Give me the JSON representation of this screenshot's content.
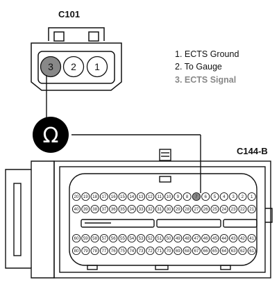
{
  "connector_a": {
    "name": "C101",
    "pins": [
      {
        "number": "3",
        "highlighted": true
      },
      {
        "number": "2",
        "highlighted": false
      },
      {
        "number": "1",
        "highlighted": false
      }
    ]
  },
  "legend": {
    "items": [
      {
        "text": "1. ECTS Ground",
        "highlighted": false
      },
      {
        "text": "2. To Gauge",
        "highlighted": false
      },
      {
        "text": "3. ECTS Signal",
        "highlighted": true
      }
    ]
  },
  "meter": {
    "symbol": "Ω",
    "icon": "ohmmeter-icon"
  },
  "connector_b": {
    "name": "C144-B",
    "row1": [
      "20",
      "19",
      "18",
      "17",
      "16",
      "15",
      "14",
      "13",
      "12",
      "11",
      "10",
      "9",
      "8",
      "7",
      "6",
      "5",
      "4",
      "3",
      "2",
      "1"
    ],
    "row2": [
      "40",
      "39",
      "38",
      "37",
      "36",
      "35",
      "34",
      "33",
      "32",
      "31",
      "30",
      "29",
      "28",
      "27",
      "26",
      "25",
      "24",
      "23",
      "22",
      "21"
    ],
    "row3": [
      "60",
      "59",
      "58",
      "57",
      "56",
      "55",
      "54",
      "53",
      "52",
      "51",
      "50",
      "49",
      "48",
      "47",
      "46",
      "45",
      "44",
      "43",
      "42",
      "41"
    ],
    "row4": [
      "80",
      "79",
      "78",
      "77",
      "76",
      "75",
      "74",
      "73",
      "72",
      "71",
      "70",
      "69",
      "68",
      "67",
      "66",
      "65",
      "64",
      "63",
      "62",
      "61"
    ],
    "highlighted_pin": "7"
  },
  "colors": {
    "highlight_pin": "#888888",
    "line": "#111111",
    "meter_fill": "#000000"
  }
}
